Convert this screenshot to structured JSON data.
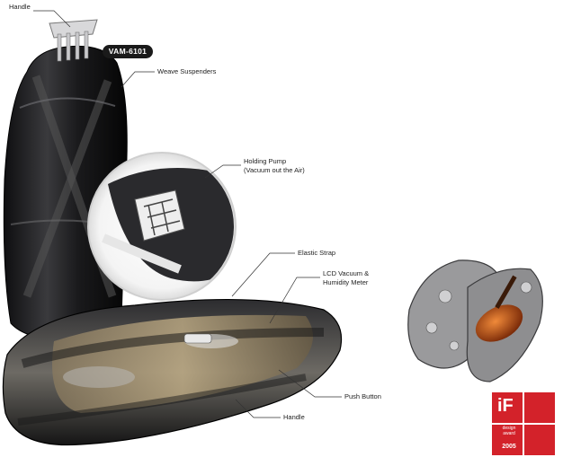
{
  "model": "VAM-6101",
  "labels": {
    "handle_top": "Handle",
    "weave_suspenders": "Weave Suspenders",
    "holding_pump_line1": "Holding Pump",
    "holding_pump_line2": "(Vacuum out the Air)",
    "elastic_strap": "Elastic Strap",
    "lcd_line1": "LCD Vacuum &",
    "lcd_line2": "Humidity Meter",
    "push_button": "Push Button",
    "handle_bottom": "Handle"
  },
  "award": {
    "logo": "iF",
    "tag_line1": "design",
    "tag_line2": "award",
    "year": "2005",
    "color": "#d3222a"
  },
  "colors": {
    "case_dark": "#1c1c1e",
    "case_shell": "#4a4a4c",
    "violin": "#c2551a"
  }
}
